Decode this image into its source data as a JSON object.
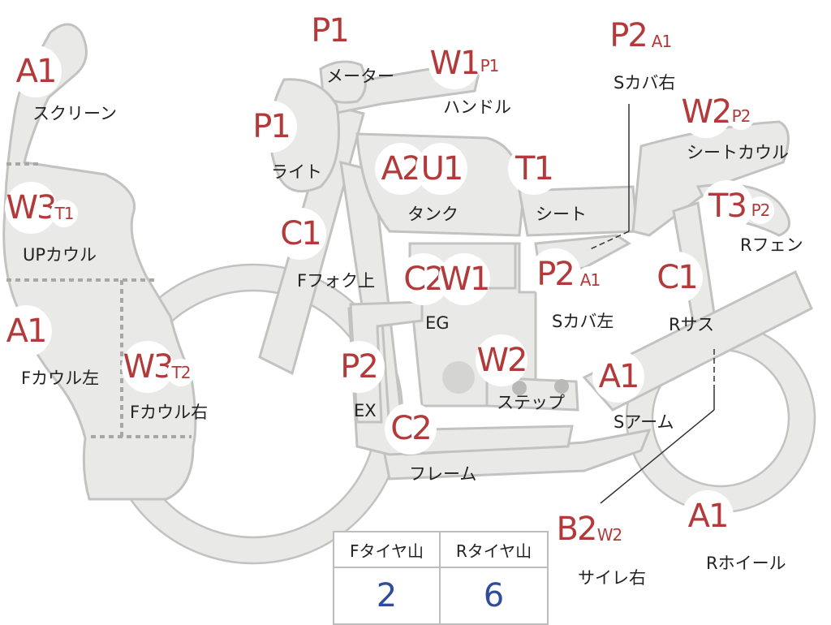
{
  "parts": [
    {
      "id": "screen",
      "label": "スクリーン",
      "codes": [
        "A1"
      ]
    },
    {
      "id": "up-cowl",
      "label": "UPカウル",
      "codes": [
        "W3",
        "T1"
      ]
    },
    {
      "id": "f-cowl-left",
      "label": "Fカウル左",
      "codes": [
        "A1"
      ]
    },
    {
      "id": "f-cowl-right",
      "label": "Fカウル右",
      "codes": [
        "W3",
        "T2"
      ]
    },
    {
      "id": "light",
      "label": "ライト",
      "codes": [
        "P1"
      ]
    },
    {
      "id": "meter",
      "label": "メーター",
      "codes": [
        "P1"
      ]
    },
    {
      "id": "handle",
      "label": "ハンドル",
      "codes": [
        "W1",
        "P1"
      ]
    },
    {
      "id": "f-fork-upper",
      "label": "Fフォク上",
      "codes": [
        "C1"
      ]
    },
    {
      "id": "tank",
      "label": "タンク",
      "codes": [
        "A2",
        "U1"
      ]
    },
    {
      "id": "seat",
      "label": "シート",
      "codes": [
        "T1"
      ]
    },
    {
      "id": "s-cover-right",
      "label": "Sカバ右",
      "codes": [
        "P2",
        "A1"
      ]
    },
    {
      "id": "seat-cowl",
      "label": "シートカウル",
      "codes": [
        "W2",
        "P2"
      ]
    },
    {
      "id": "r-fender",
      "label": "Rフェン",
      "codes": [
        "T3",
        "P2"
      ]
    },
    {
      "id": "s-cover-left",
      "label": "Sカバ左",
      "codes": [
        "P2",
        "A1"
      ]
    },
    {
      "id": "r-suspension",
      "label": "Rサス",
      "codes": [
        "C1"
      ]
    },
    {
      "id": "engine",
      "label": "EG",
      "codes": [
        "C2",
        "W1"
      ]
    },
    {
      "id": "exhaust",
      "label": "EX",
      "codes": [
        "P2"
      ]
    },
    {
      "id": "step",
      "label": "ステップ",
      "codes": [
        "W2"
      ]
    },
    {
      "id": "swing-arm",
      "label": "Sアーム",
      "codes": [
        "A1"
      ]
    },
    {
      "id": "frame",
      "label": "フレーム",
      "codes": [
        "C2"
      ]
    },
    {
      "id": "silencer-right",
      "label": "サイレ右",
      "codes": [
        "B2",
        "W2"
      ]
    },
    {
      "id": "r-wheel",
      "label": "Rホイール",
      "codes": [
        "A1"
      ]
    }
  ],
  "tire_table": {
    "headers": [
      "Fタイヤ山",
      "Rタイヤ山"
    ],
    "values": [
      "2",
      "6"
    ]
  },
  "colors": {
    "code_red": "#b23a3a",
    "value_blue": "#2f4b9b",
    "part_fill": "#e9e9e7",
    "part_stroke": "#c2c3c1"
  }
}
